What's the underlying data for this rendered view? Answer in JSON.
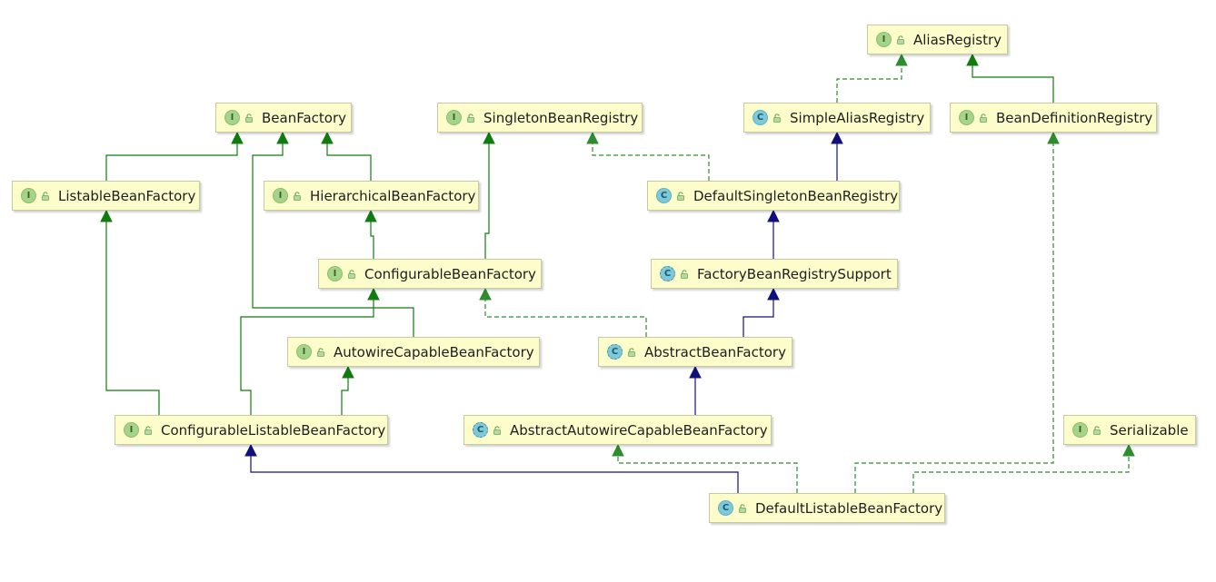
{
  "nodes": [
    {
      "id": "alias_registry",
      "label": "AliasRegistry",
      "kind": "interface",
      "badge": "I"
    },
    {
      "id": "bean_factory",
      "label": "BeanFactory",
      "kind": "interface",
      "badge": "I"
    },
    {
      "id": "singleton_bean_registry",
      "label": "SingletonBeanRegistry",
      "kind": "interface",
      "badge": "I"
    },
    {
      "id": "simple_alias_registry",
      "label": "SimpleAliasRegistry",
      "kind": "class",
      "badge": "C"
    },
    {
      "id": "bean_definition_registry",
      "label": "BeanDefinitionRegistry",
      "kind": "interface",
      "badge": "I"
    },
    {
      "id": "listable_bean_factory",
      "label": "ListableBeanFactory",
      "kind": "interface",
      "badge": "I"
    },
    {
      "id": "hierarchical_bean_factory",
      "label": "HierarchicalBeanFactory",
      "kind": "interface",
      "badge": "I"
    },
    {
      "id": "default_singleton_bean_registry",
      "label": "DefaultSingletonBeanRegistry",
      "kind": "class",
      "badge": "C"
    },
    {
      "id": "configurable_bean_factory",
      "label": "ConfigurableBeanFactory",
      "kind": "interface",
      "badge": "I"
    },
    {
      "id": "factory_bean_registry_support",
      "label": "FactoryBeanRegistrySupport",
      "kind": "abstract",
      "badge": "C"
    },
    {
      "id": "autowire_capable_bean_factory",
      "label": "AutowireCapableBeanFactory",
      "kind": "interface",
      "badge": "I"
    },
    {
      "id": "abstract_bean_factory",
      "label": "AbstractBeanFactory",
      "kind": "abstract",
      "badge": "C"
    },
    {
      "id": "configurable_listable_bean_factory",
      "label": "ConfigurableListableBeanFactory",
      "kind": "interface",
      "badge": "I"
    },
    {
      "id": "abstract_autowire_capable_bean_factory",
      "label": "AbstractAutowireCapableBeanFactory",
      "kind": "abstract",
      "badge": "C"
    },
    {
      "id": "serializable",
      "label": "Serializable",
      "kind": "interface",
      "badge": "I"
    },
    {
      "id": "default_listable_bean_factory",
      "label": "DefaultListableBeanFactory",
      "kind": "class",
      "badge": "C"
    }
  ],
  "edges": [
    {
      "from": "listable_bean_factory",
      "to": "bean_factory",
      "type": "interface-extends"
    },
    {
      "from": "hierarchical_bean_factory",
      "to": "bean_factory",
      "type": "interface-extends"
    },
    {
      "from": "autowire_capable_bean_factory",
      "to": "bean_factory",
      "type": "interface-extends"
    },
    {
      "from": "configurable_bean_factory",
      "to": "hierarchical_bean_factory",
      "type": "interface-extends"
    },
    {
      "from": "configurable_bean_factory",
      "to": "singleton_bean_registry",
      "type": "interface-extends"
    },
    {
      "from": "configurable_listable_bean_factory",
      "to": "listable_bean_factory",
      "type": "interface-extends"
    },
    {
      "from": "configurable_listable_bean_factory",
      "to": "configurable_bean_factory",
      "type": "interface-extends"
    },
    {
      "from": "configurable_listable_bean_factory",
      "to": "autowire_capable_bean_factory",
      "type": "interface-extends"
    },
    {
      "from": "bean_definition_registry",
      "to": "alias_registry",
      "type": "interface-extends"
    },
    {
      "from": "simple_alias_registry",
      "to": "alias_registry",
      "type": "implements"
    },
    {
      "from": "default_singleton_bean_registry",
      "to": "singleton_bean_registry",
      "type": "implements"
    },
    {
      "from": "default_singleton_bean_registry",
      "to": "simple_alias_registry",
      "type": "class-extends"
    },
    {
      "from": "factory_bean_registry_support",
      "to": "default_singleton_bean_registry",
      "type": "class-extends"
    },
    {
      "from": "abstract_bean_factory",
      "to": "factory_bean_registry_support",
      "type": "class-extends"
    },
    {
      "from": "abstract_bean_factory",
      "to": "configurable_bean_factory",
      "type": "implements"
    },
    {
      "from": "abstract_autowire_capable_bean_factory",
      "to": "abstract_bean_factory",
      "type": "class-extends"
    },
    {
      "from": "abstract_autowire_capable_bean_factory",
      "to": "autowire_capable_bean_factory",
      "type": "implements"
    },
    {
      "from": "default_listable_bean_factory",
      "to": "abstract_autowire_capable_bean_factory",
      "type": "class-extends"
    },
    {
      "from": "default_listable_bean_factory",
      "to": "configurable_listable_bean_factory",
      "type": "implements"
    },
    {
      "from": "default_listable_bean_factory",
      "to": "bean_definition_registry",
      "type": "implements"
    },
    {
      "from": "default_listable_bean_factory",
      "to": "serializable",
      "type": "implements"
    }
  ],
  "colors": {
    "interface_extends": "#107c10",
    "implements": "#2e8b2e",
    "class_extends": "#10107c",
    "node_fill": "#fdfdcb",
    "node_border": "#c9c9a0"
  },
  "icons": {
    "interface": "interface-icon",
    "class": "class-icon",
    "abstract": "abstract-class-icon",
    "visibility": "public-lock-icon"
  }
}
